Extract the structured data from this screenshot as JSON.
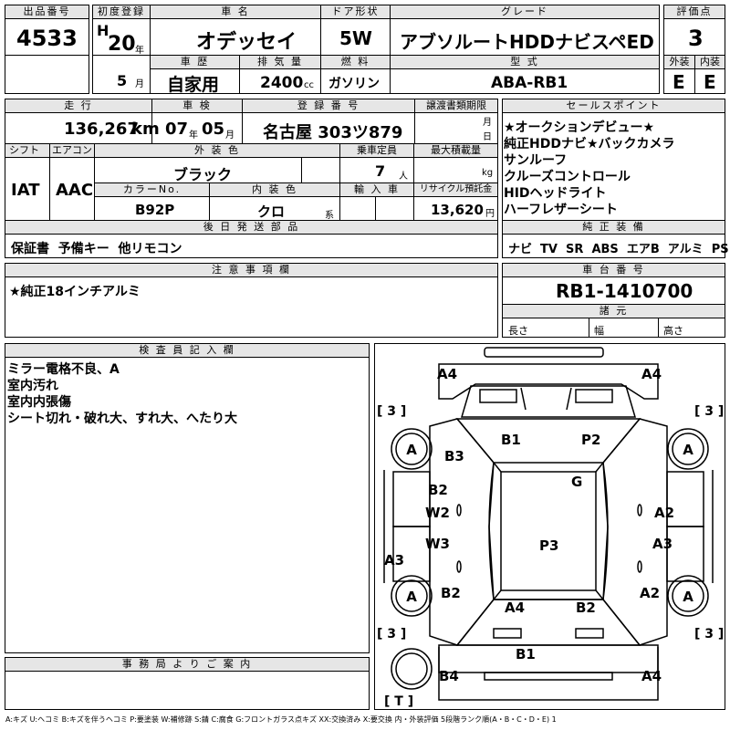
{
  "labels": {
    "lot": "出品番号",
    "first_reg": "初度登録",
    "car_name": "車 名",
    "door": "ドア形状",
    "grade": "グレード",
    "score": "評価点",
    "history": "車 歴",
    "displacement": "排 気 量",
    "fuel": "燃 料",
    "model": "型 式",
    "exterior": "外装",
    "interior": "内装",
    "mileage": "走 行",
    "inspection": "車 検",
    "registration": "登 録 番 号",
    "transfer": "譲渡書類期限",
    "shift": "シフト",
    "ac": "エアコン",
    "ext_color": "外 装 色",
    "capacity": "乗車定員",
    "max_load": "最大積載量",
    "color_no": "カラーNo.",
    "int_color": "内 装 色",
    "import": "輸 入 車",
    "recycle": "リサイクル預託金",
    "after": "後 日 発 送 部 品",
    "sales": "セールスポイント",
    "equipment": "純 正 装 備",
    "notes": "注 意 事 項 欄",
    "chassis": "車 台 番 号",
    "specs": "諸 元",
    "inspector": "検 査 員 記 入 欄",
    "office": "事 務 局 よ り ご 案 内"
  },
  "lot_no": "4533",
  "era": "H",
  "year": "20",
  "year_unit": "年",
  "month": "5",
  "month_unit": "月",
  "car_name": "オデッセイ",
  "door": "5W",
  "grade": "アブソルートHDDナビスペED",
  "score": "3",
  "history": "自家用",
  "displacement": "2400",
  "cc": "cc",
  "fuel": "ガソリン",
  "model": "ABA-RB1",
  "exterior_grade": "E",
  "interior_grade": "E",
  "mileage": "136,267",
  "km": "km",
  "insp_year": "07",
  "insp_month": "05",
  "plate": "名古屋 303ツ879",
  "transfer_month": "月",
  "transfer_day": "日",
  "shift": "IAT",
  "ac": "AAC",
  "ext_color": "ブラック",
  "capacity": "7",
  "capacity_unit": "人",
  "kg": "kg",
  "color_no": "B92P",
  "int_color": "クロ",
  "int_sys": "系",
  "recycle": "13,620",
  "yen": "円",
  "after_parts": "保証書  予備キー  他リモコン",
  "sales_points": "★オークションデビュー★\n純正HDDナビ★バックカメラ\nサンルーフ\nクルーズコントロール\nHIDヘッドライト\nハーフレザーシート",
  "equipment": "ナビ  TV  SR  ABS  エアB  アルミ  PS  PW",
  "notes": "★純正18インチアルミ",
  "chassis_no": "RB1-1410700",
  "dim_length": "長さ",
  "dim_width": "幅",
  "dim_height": "高さ",
  "inspector_notes": "ミラー電格不良、A\n室内汚れ\n室内内張傷\nシート切れ・破れ大、すれ大、へたり大",
  "legend": "A:キズ  U:ヘコミ  B:キズを伴うヘコミ  P:要塗装  W:補修跡  S:錆  C:腐食  G:フロントガラス点キズ  XX:交換済み  X:要交換   内・外装評価  5段階ランク順(A・B・C・D・E) 1",
  "diagram": {
    "tl_a4": "A4",
    "tr_a4": "A4",
    "bl_b4": "B4",
    "br_a4": "A4",
    "b1_top": "B1",
    "p2_top": "P2",
    "b3": "B3",
    "g": "G",
    "b2_left": "B2",
    "w2": "W2",
    "a2_right": "A2",
    "w3": "W3",
    "a3_left": "A3",
    "a3_right": "A3",
    "p3": "P3",
    "b2_lower": "B2",
    "a2_lower": "A2",
    "a4_bottom": "A4",
    "b2_bottom": "B2",
    "b1_bottom": "B1",
    "tire_a": "A",
    "bracket_3": "[ 3 ]",
    "bracket_t": "[ T ]"
  }
}
